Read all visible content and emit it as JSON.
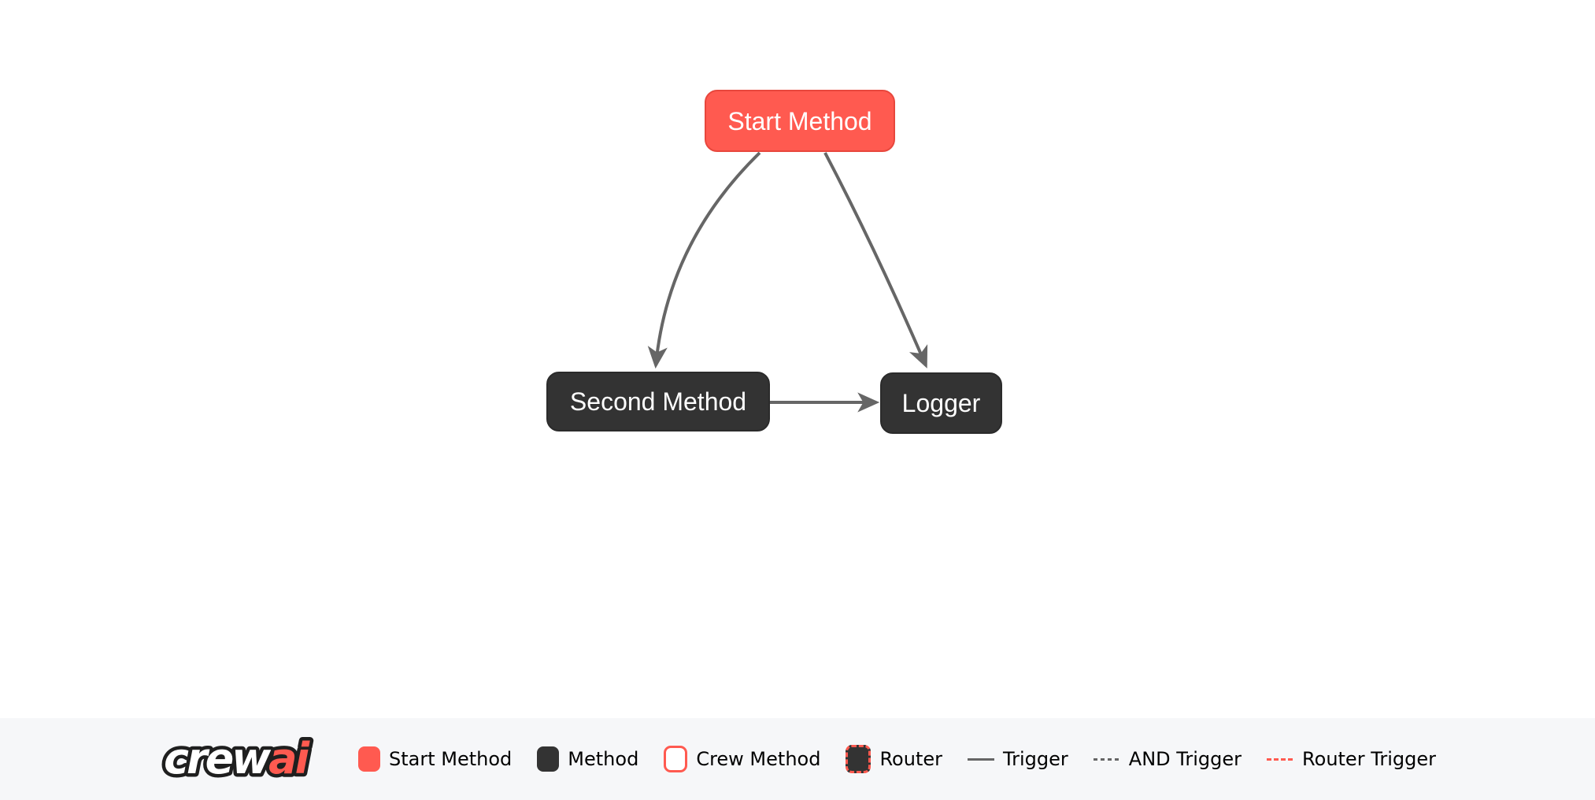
{
  "logo": {
    "crew": "crew",
    "ai": "ai"
  },
  "flow": {
    "nodes": [
      {
        "label": "Start Method",
        "type": "start-method"
      },
      {
        "label": "Second Method",
        "type": "method"
      },
      {
        "label": "Logger",
        "type": "method"
      }
    ],
    "edges": [
      {
        "from": "Start Method",
        "to": "Second Method",
        "type": "trigger"
      },
      {
        "from": "Start Method",
        "to": "Logger",
        "type": "trigger"
      },
      {
        "from": "Second Method",
        "to": "Logger",
        "type": "trigger"
      }
    ]
  },
  "legend": {
    "items": [
      {
        "label": "Start Method"
      },
      {
        "label": "Method"
      },
      {
        "label": "Crew Method"
      },
      {
        "label": "Router"
      },
      {
        "label": "Trigger"
      },
      {
        "label": "AND Trigger"
      },
      {
        "label": "Router Trigger"
      }
    ]
  },
  "colors": {
    "start_method": "#FF5A50",
    "start_method_border": "#E8473D",
    "method": "#333333",
    "edge": "#666666",
    "node_text": "#FFFFFF",
    "legend_bg": "#F6F7F9",
    "legend_text": "#000000"
  }
}
